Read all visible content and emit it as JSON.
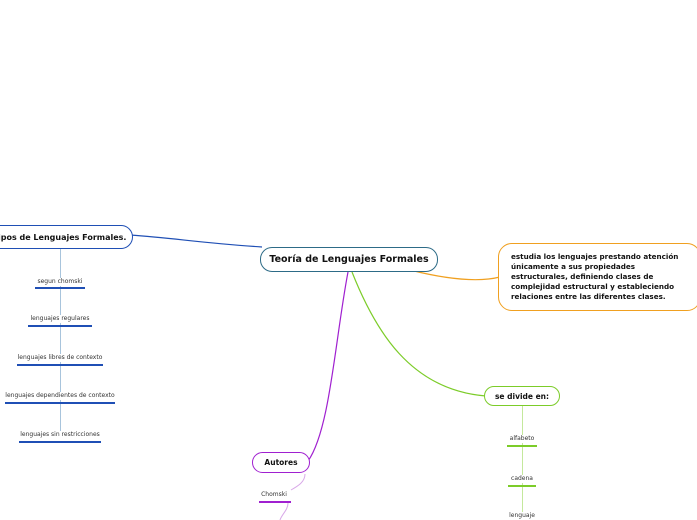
{
  "central": {
    "title": "Teoría de Lenguajes Formales"
  },
  "tipos": {
    "title": "Tipos de Lenguajes Formales.",
    "items": [
      "segun chomski",
      "lenguajes regulares",
      "lenguajes libres de contexto",
      "lenguajes dependientes de contexto",
      "lenguajes sin restricciones"
    ]
  },
  "descripcion": {
    "text": "estudia los lenguajes prestando atención únicamente a sus propiedades estructurales, definiendo clases de complejidad estructural y estableciendo relaciones entre las diferentes clases."
  },
  "divide": {
    "title": "se divide en:",
    "items": [
      "alfabeto",
      "cadena",
      "lenguaje"
    ]
  },
  "autores": {
    "title": "Autores",
    "items": [
      "Chomski"
    ]
  },
  "colors": {
    "central": "#2d6b87",
    "tipos": "#1f4fb5",
    "descripcion": "#f0a020",
    "divide": "#7ccc29",
    "autores": "#a020d0",
    "tipos_leaf": "#a8c4dc",
    "divide_leaf": "#c4e89c",
    "autores_leaf": "#d8a8e8"
  }
}
